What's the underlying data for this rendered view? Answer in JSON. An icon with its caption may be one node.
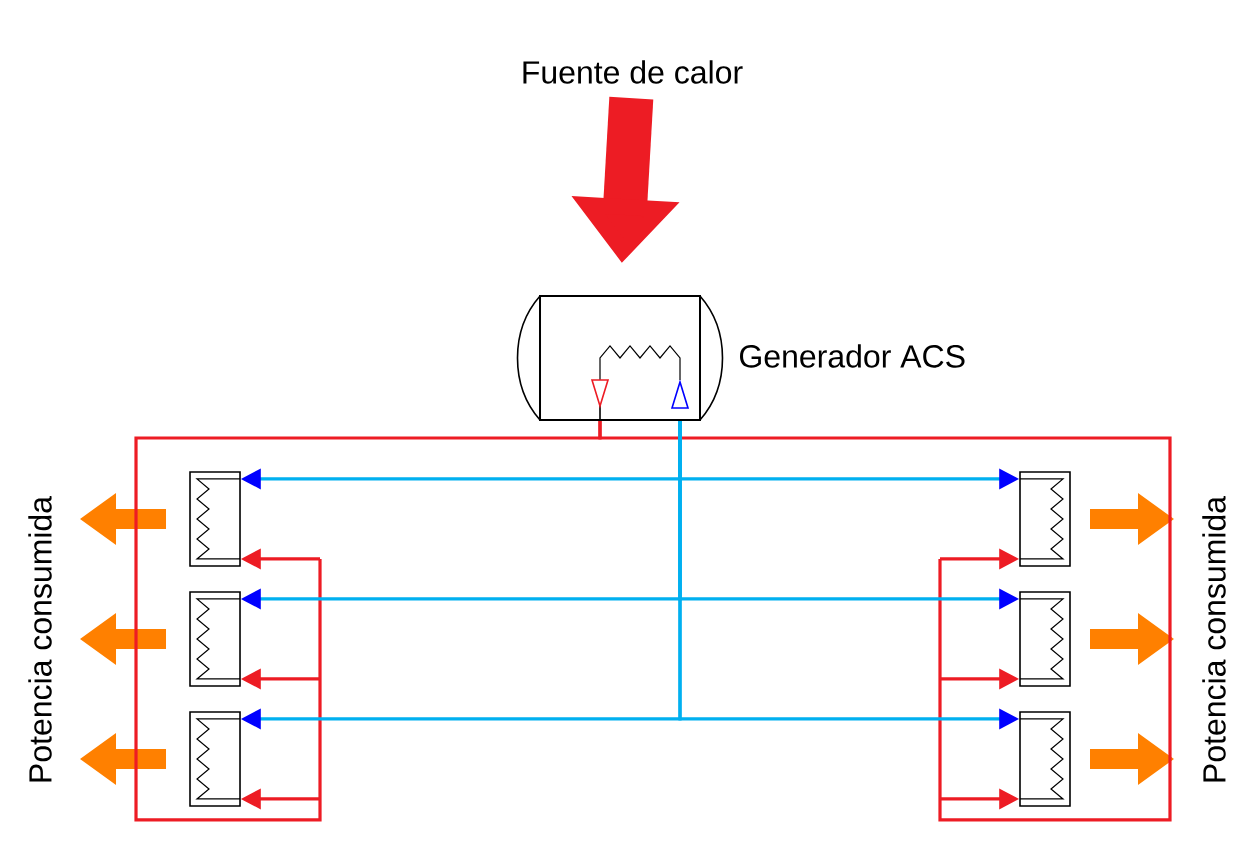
{
  "diagram": {
    "nodes": [
      {
        "text": [
          "Fuente de calor"
        ]
      },
      {
        "text": [],
        "shape": "cylinder",
        "beside": [
          "Generador ACS"
        ]
      },
      {
        "text": [],
        "shape": "box"
      },
      {
        "text": [],
        "shape": "box"
      },
      {
        "text": [],
        "shape": "box"
      },
      {
        "text": [],
        "shape": "box"
      },
      {
        "text": [],
        "shape": "box"
      },
      {
        "text": [],
        "shape": "box"
      }
    ],
    "edges": [
      {
        "from": 0,
        "to": 1,
        "arrow": "to",
        "style": "thick",
        "color": "#ed1c24"
      },
      {
        "from": 1,
        "to": 2,
        "arrow": "to",
        "color": "#00b0f0"
      },
      {
        "from": 1,
        "to": 3,
        "arrow": "to",
        "color": "#00b0f0"
      },
      {
        "from": 1,
        "to": 4,
        "arrow": "to",
        "color": "#00b0f0"
      },
      {
        "from": 1,
        "to": 5,
        "arrow": "to",
        "color": "#00b0f0"
      },
      {
        "from": 1,
        "to": 6,
        "arrow": "to",
        "color": "#00b0f0"
      },
      {
        "from": 1,
        "to": 7,
        "arrow": "to",
        "color": "#00b0f0"
      },
      {
        "from": 1,
        "to": 2,
        "arrow": "to",
        "color": "#ed1c24"
      },
      {
        "from": 1,
        "to": 3,
        "arrow": "to",
        "color": "#ed1c24"
      },
      {
        "from": 1,
        "to": 4,
        "arrow": "to",
        "color": "#ed1c24"
      },
      {
        "from": 1,
        "to": 5,
        "arrow": "to",
        "color": "#ed1c24"
      },
      {
        "from": 1,
        "to": 6,
        "arrow": "to",
        "color": "#ed1c24"
      },
      {
        "from": 1,
        "to": 7,
        "arrow": "to",
        "color": "#ed1c24"
      }
    ],
    "labels": [
      "Potencia consumida",
      "Potencia consumida"
    ]
  }
}
